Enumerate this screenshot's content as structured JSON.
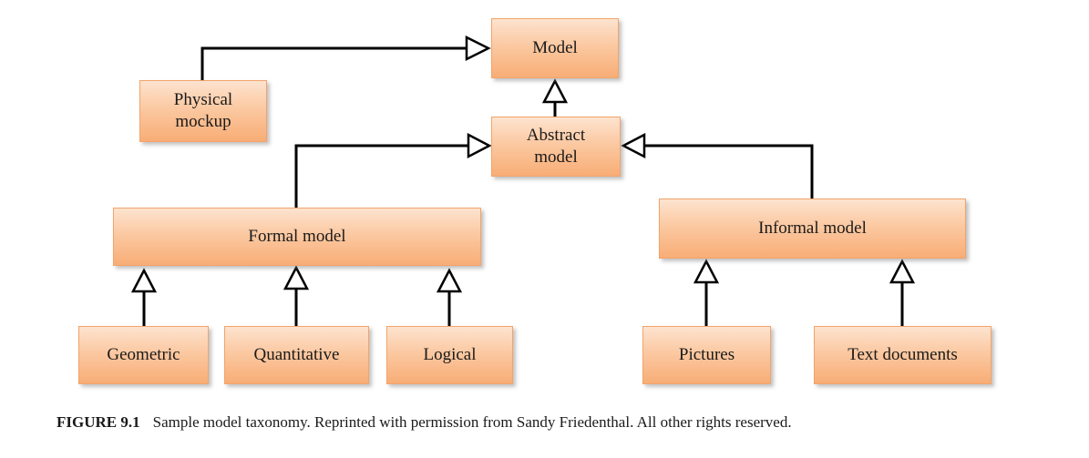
{
  "nodes": {
    "model": "Model",
    "physical": "Physical\nmockup",
    "abstract": "Abstract\nmodel",
    "formal": "Formal model",
    "informal": "Informal model",
    "geometric": "Geometric",
    "quantitative": "Quantitative",
    "logical": "Logical",
    "pictures": "Pictures",
    "text_documents": "Text documents"
  },
  "caption": {
    "label": "FIGURE 9.1",
    "text": "Sample model taxonomy. Reprinted with permission from Sandy Friedenthal. All other rights reserved."
  },
  "colors": {
    "box_fill_top": "#fde3cf",
    "box_fill_bottom": "#f8ad76",
    "box_border": "#f2a46b",
    "connector": "#000000"
  }
}
